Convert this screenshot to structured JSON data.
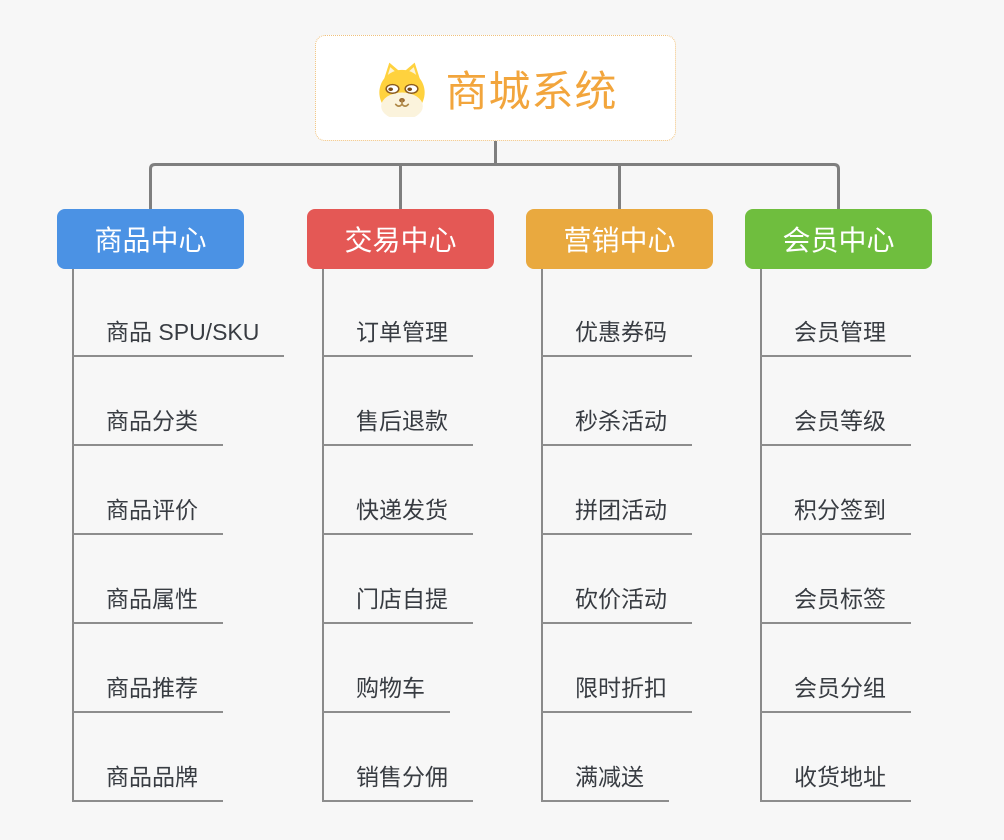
{
  "root": {
    "title": "商城系统",
    "icon": "dog-face-icon",
    "title_color": "#f2a53c",
    "border_color": "#f0c17c"
  },
  "style": {
    "background_color": "#f7f7f7",
    "connector_color": "#7f7f7f",
    "leaf_line_color": "#8d8d8d",
    "leaf_text_color": "#383c42"
  },
  "columns": [
    {
      "title": "商品中心",
      "color": "#4b92e4",
      "items": [
        "商品 SPU/SKU",
        "商品分类",
        "商品评价",
        "商品属性",
        "商品推荐",
        "商品品牌"
      ]
    },
    {
      "title": "交易中心",
      "color": "#e45855",
      "items": [
        "订单管理",
        "售后退款",
        "快递发货",
        "门店自提",
        "购物车",
        "销售分佣"
      ]
    },
    {
      "title": "营销中心",
      "color": "#e9a93f",
      "items": [
        "优惠券码",
        "秒杀活动",
        "拼团活动",
        "砍价活动",
        "限时折扣",
        "满减送"
      ]
    },
    {
      "title": "会员中心",
      "color": "#6fbe3e",
      "items": [
        "会员管理",
        "会员等级",
        "积分签到",
        "会员标签",
        "会员分组",
        "收货地址"
      ]
    }
  ]
}
